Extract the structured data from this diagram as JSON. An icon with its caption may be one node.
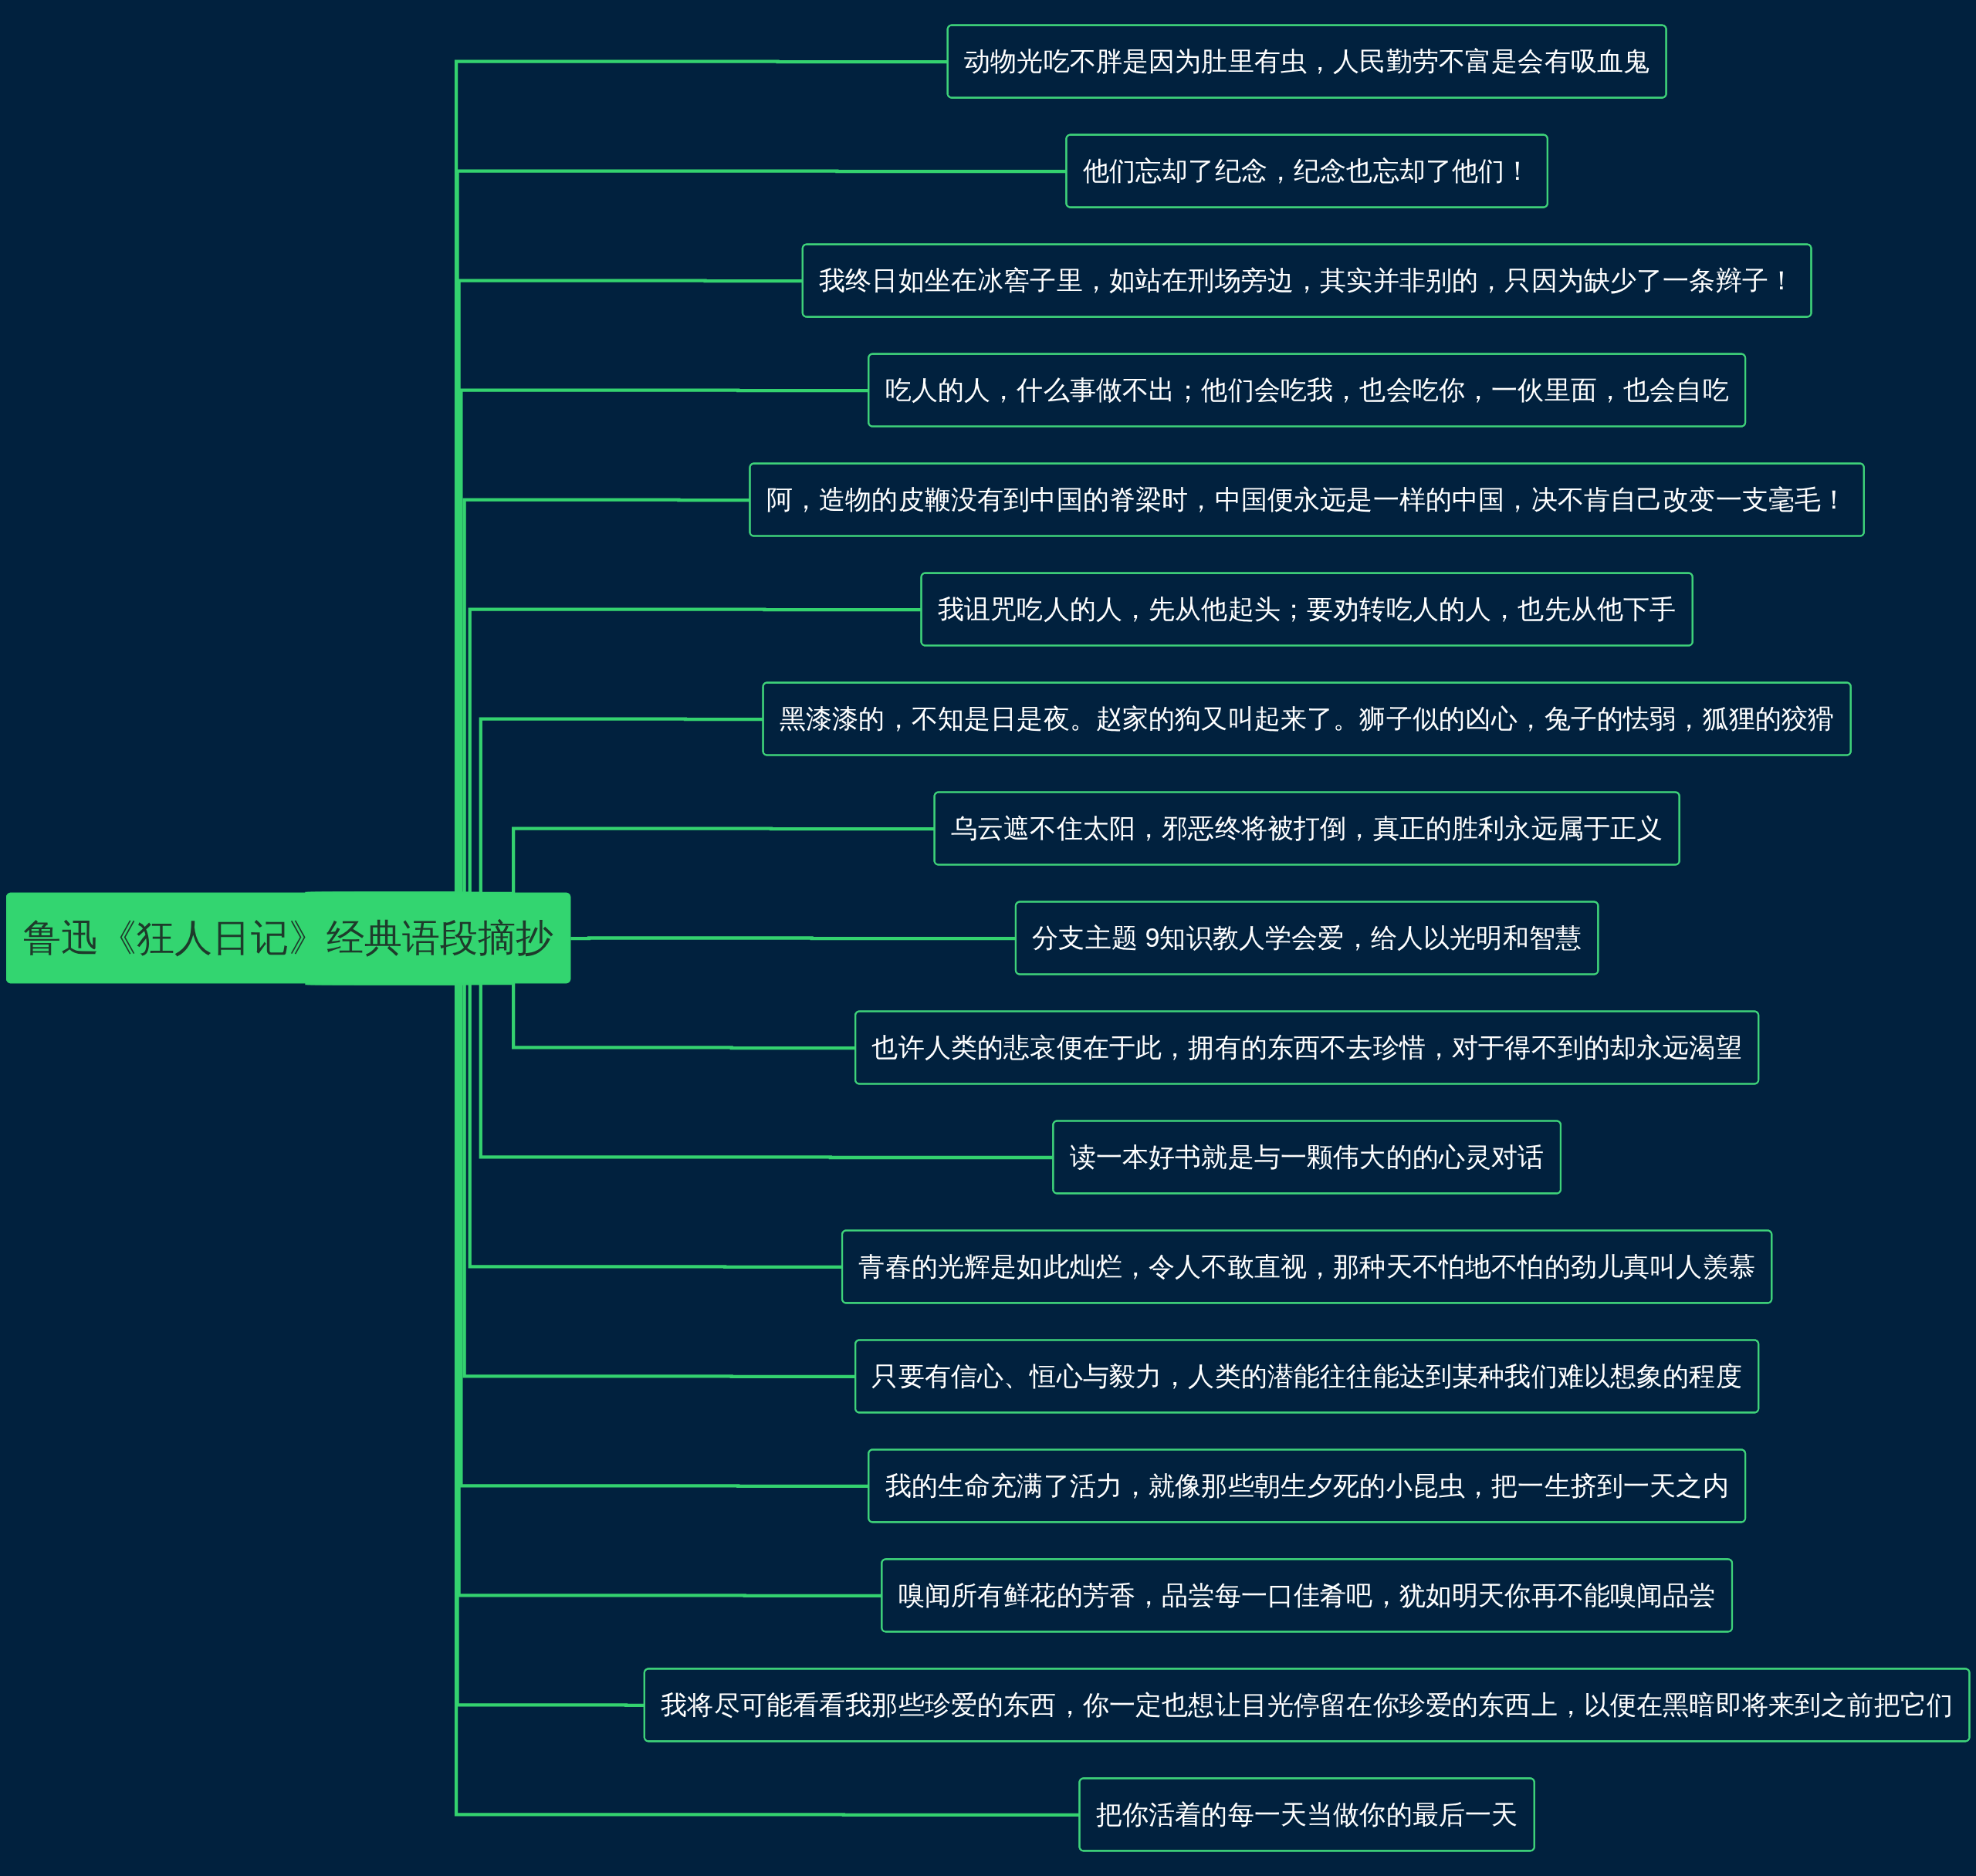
{
  "diagram": {
    "nodes": [
      {
        "text": [
          "鲁迅《狂人日记》经典语段摘抄"
        ]
      },
      {
        "text": [
          "动物光吃不胖是因为肚里有虫，人民勤劳不富是会有吸血鬼"
        ]
      },
      {
        "text": [
          "他们忘却了纪念，纪念也忘却了他们！"
        ]
      },
      {
        "text": [
          "我终日如坐在冰窖子里，如站在刑场旁边，其实并非别的，只因为缺少了一条辫子！"
        ]
      },
      {
        "text": [
          "吃人的人，什么事做不出；他们会吃我，也会吃你，一伙里面，也会自吃"
        ]
      },
      {
        "text": [
          "阿，造物的皮鞭没有到中国的脊梁时，中国便永远是一样的中国，决不肯自己改变一支毫毛！"
        ]
      },
      {
        "text": [
          "我诅咒吃人的人，先从他起头；要劝转吃人的人，也先从他下手"
        ]
      },
      {
        "text": [
          "黑漆漆的，不知是日是夜。赵家的狗又叫起来了。狮子似的凶心，兔子的怯弱，狐狸的狡猾"
        ]
      },
      {
        "text": [
          "乌云遮不住太阳，邪恶终将被打倒，真正的胜利永远属于正义"
        ]
      },
      {
        "text": [
          "分支主题 9知识教人学会爱，给人以光明和智慧"
        ]
      },
      {
        "text": [
          "也许人类的悲哀便在于此，拥有的东西不去珍惜，对于得不到的却永远渴望"
        ]
      },
      {
        "text": [
          "读一本好书就是与一颗伟大的的心灵对话"
        ]
      },
      {
        "text": [
          "青春的光辉是如此灿烂，令人不敢直视，那种天不怕地不怕的劲儿真叫人羡慕"
        ]
      },
      {
        "text": [
          "只要有信心、恒心与毅力，人类的潜能往往能达到某种我们难以想象的程度"
        ]
      },
      {
        "text": [
          "我的生命充满了活力，就像那些朝生夕死的小昆虫，把一生挤到一天之内"
        ]
      },
      {
        "text": [
          "嗅闻所有鲜花的芳香，品尝每一口佳肴吧，犹如明天你再不能嗅闻品尝"
        ]
      },
      {
        "text": [
          "我将尽可能看看我那些珍爱的东西，你一定也想让目光停留在你珍爱的东西上，以便在黑暗即将来到之前把它们"
        ]
      },
      {
        "text": [
          "把你活着的每一天当做你的最后一天"
        ]
      }
    ],
    "edges": [
      {
        "from": 0,
        "to": 1,
        "arrow": "none"
      },
      {
        "from": 0,
        "to": 2,
        "arrow": "none"
      },
      {
        "from": 0,
        "to": 3,
        "arrow": "none"
      },
      {
        "from": 0,
        "to": 4,
        "arrow": "none"
      },
      {
        "from": 0,
        "to": 5,
        "arrow": "none"
      },
      {
        "from": 0,
        "to": 6,
        "arrow": "none"
      },
      {
        "from": 0,
        "to": 7,
        "arrow": "none"
      },
      {
        "from": 0,
        "to": 8,
        "arrow": "none"
      },
      {
        "from": 0,
        "to": 9,
        "arrow": "none"
      },
      {
        "from": 0,
        "to": 10,
        "arrow": "none"
      },
      {
        "from": 0,
        "to": 11,
        "arrow": "none"
      },
      {
        "from": 0,
        "to": 12,
        "arrow": "none"
      },
      {
        "from": 0,
        "to": 13,
        "arrow": "none"
      },
      {
        "from": 0,
        "to": 14,
        "arrow": "none"
      },
      {
        "from": 0,
        "to": 15,
        "arrow": "none"
      },
      {
        "from": 0,
        "to": 16,
        "arrow": "none"
      },
      {
        "from": 0,
        "to": 17,
        "arrow": "none"
      }
    ]
  }
}
